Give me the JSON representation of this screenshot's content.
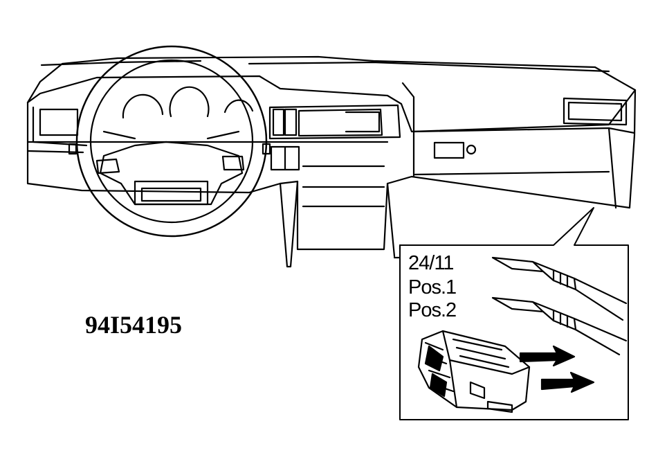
{
  "figure": {
    "id_label": "94I54195"
  },
  "callout": {
    "connector_label": "24/11",
    "pin1_label": "Pos.1",
    "pin2_label": "Pos.2"
  },
  "colors": {
    "line": "#000000",
    "background": "#ffffff"
  }
}
